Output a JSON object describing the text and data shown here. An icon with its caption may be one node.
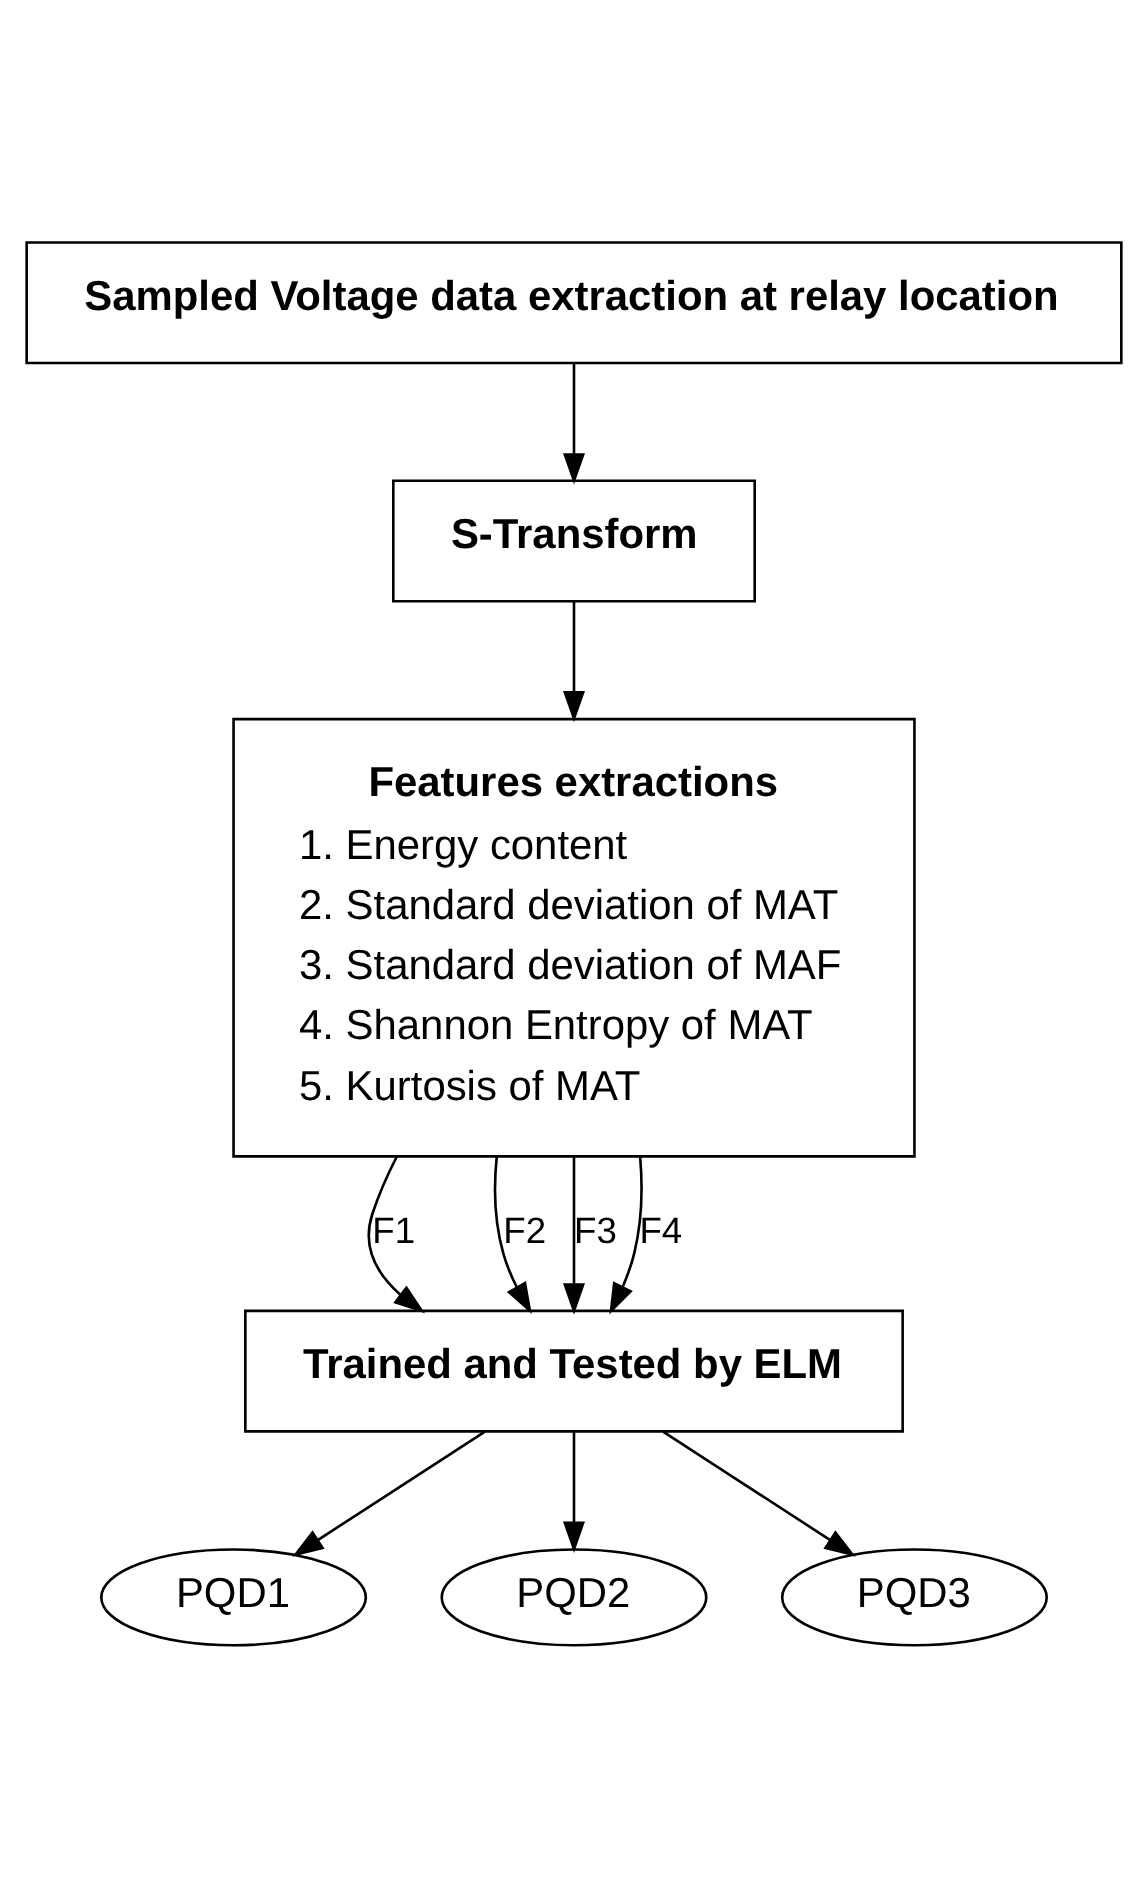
{
  "diagram": {
    "nodes": [
      {
        "text": [
          "Sampled Voltage data extraction at relay location"
        ]
      },
      {
        "text": [
          "S-Transform"
        ]
      },
      {
        "text": [
          "Features extractions",
          "1. Energy content",
          "2. Standard deviation of MAT",
          "3. Standard deviation of MAF",
          "4. Shannon Entropy of MAT",
          "5. Kurtosis of MAT"
        ]
      },
      {
        "text": [
          "Trained and Tested by ELM"
        ]
      },
      {
        "text": [
          "PQD1"
        ]
      },
      {
        "text": [
          "PQD2"
        ]
      },
      {
        "text": [
          "PQD3"
        ]
      }
    ],
    "edges": [
      {
        "from": 0,
        "to": 1,
        "arrow": "to"
      },
      {
        "from": 1,
        "to": 2,
        "arrow": "to"
      },
      {
        "from": 2,
        "to": 3,
        "arrow": "to",
        "label": "F1"
      },
      {
        "from": 2,
        "to": 3,
        "arrow": "to",
        "label": "F2"
      },
      {
        "from": 2,
        "to": 3,
        "arrow": "to",
        "label": "F3"
      },
      {
        "from": 2,
        "to": 3,
        "arrow": "to",
        "label": "F4"
      },
      {
        "from": 3,
        "to": 4,
        "arrow": "to"
      },
      {
        "from": 3,
        "to": 5,
        "arrow": "to"
      },
      {
        "from": 3,
        "to": 6,
        "arrow": "to"
      }
    ]
  }
}
